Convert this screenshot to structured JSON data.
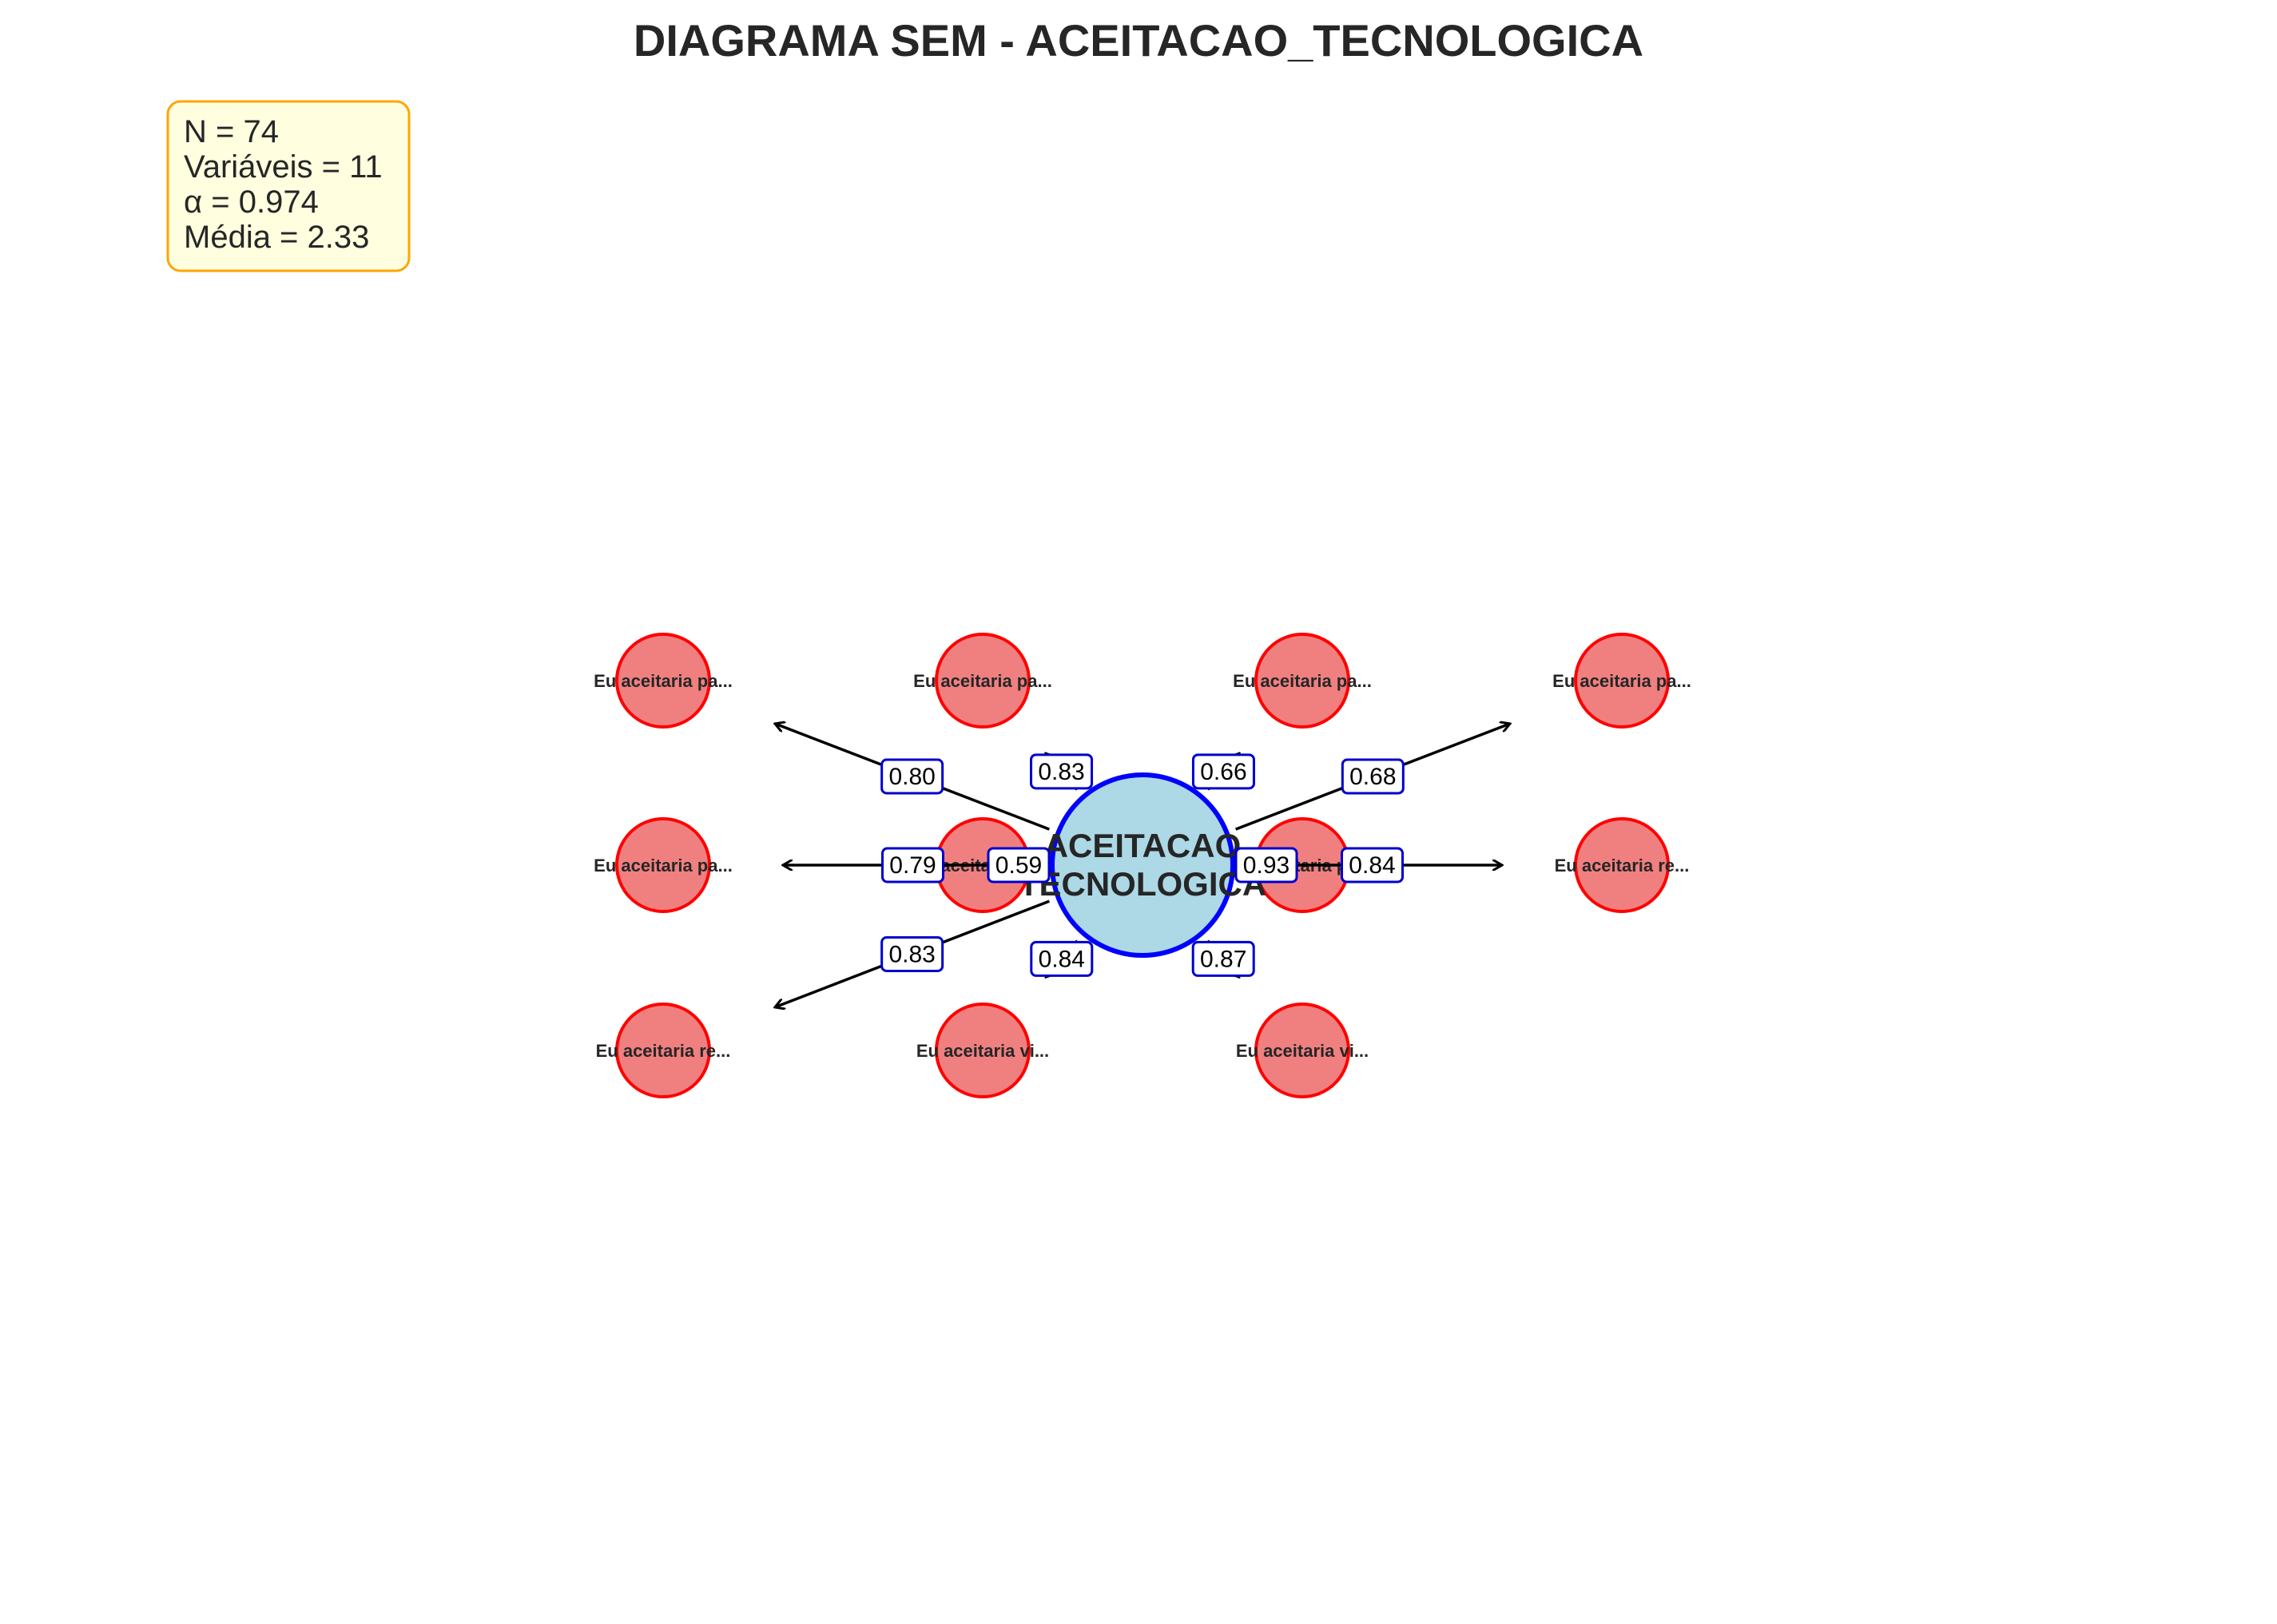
{
  "title": "DIAGRAMA SEM - ACEITACAO_TECNOLOGICA",
  "stats": {
    "lines": [
      "N = 74",
      "Variáveis = 11",
      "α = 0.974",
      "Média = 2.33"
    ]
  },
  "latent": {
    "label_lines": [
      "ACEITACAO",
      "TECNOLOGICA"
    ]
  },
  "observed": [
    {
      "label": "Eu aceitaria pa...",
      "loading": "0.80"
    },
    {
      "label": "Eu aceitaria pa...",
      "loading": "0.83"
    },
    {
      "label": "Eu aceitaria pa...",
      "loading": "0.66"
    },
    {
      "label": "Eu aceitaria pa...",
      "loading": "0.68"
    },
    {
      "label": "Eu aceitaria pa...",
      "loading": "0.79"
    },
    {
      "label": "Eu aceitaria pa...",
      "loading": "0.59"
    },
    {
      "label": "Eu aceitaria pa...",
      "loading": "0.93"
    },
    {
      "label": "Eu aceitaria re...",
      "loading": "0.84"
    },
    {
      "label": "Eu aceitaria re...",
      "loading": "0.83"
    },
    {
      "label": "Eu aceitaria vi...",
      "loading": "0.84"
    },
    {
      "label": "Eu aceitaria vi...",
      "loading": "0.87"
    }
  ],
  "colors": {
    "latent_fill": "#add8e6",
    "latent_stroke": "#0000ff",
    "observed_fill": "#f08080",
    "observed_stroke": "#ff0000",
    "label_box_stroke": "#0000cd",
    "stats_fill": "#ffffe0",
    "stats_stroke": "#ffa500"
  }
}
